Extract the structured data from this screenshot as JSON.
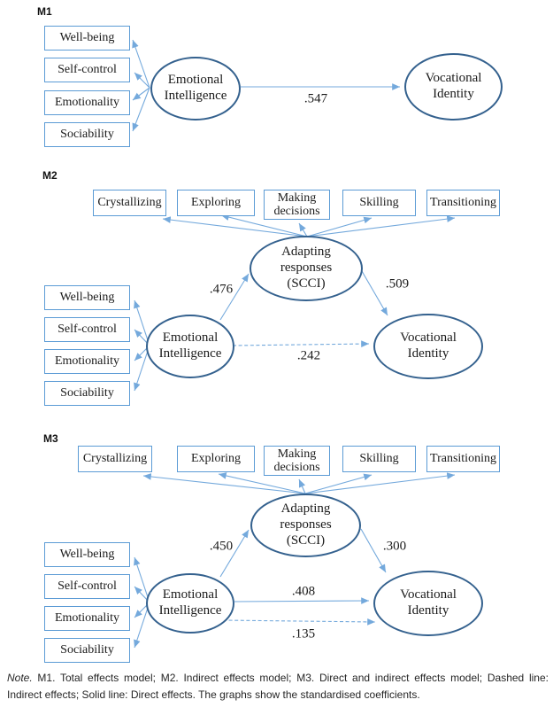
{
  "palette": {
    "ellipse_stroke": "#34618e",
    "box_stroke": "#5b9bd5",
    "arrow": "#74a9dc",
    "text": "#1a1a1a"
  },
  "m1": {
    "label": "M1",
    "indicators": [
      "Well-being",
      "Self-control",
      "Emotionality",
      "Sociability"
    ],
    "ei": [
      "Emotional",
      "Intelligence"
    ],
    "vi": [
      "Vocational",
      "Identity"
    ],
    "coef_total": ".547"
  },
  "m2": {
    "label": "M2",
    "subscales": [
      "Crystallizing",
      "Exploring",
      "Making decisions",
      "Skilling",
      "Transitioning"
    ],
    "indicators": [
      "Well-being",
      "Self-control",
      "Emotionality",
      "Sociability"
    ],
    "ei": [
      "Emotional",
      "Intelligence"
    ],
    "ar": [
      "Adapting",
      "responses",
      "(SCCI)"
    ],
    "vi": [
      "Vocational",
      "Identity"
    ],
    "coef_ei_ar": ".476",
    "coef_ar_vi": ".509",
    "coef_ei_vi_indirect": ".242"
  },
  "m3": {
    "label": "M3",
    "subscales": [
      "Crystallizing",
      "Exploring",
      "Making decisions",
      "Skilling",
      "Transitioning"
    ],
    "indicators": [
      "Well-being",
      "Self-control",
      "Emotionality",
      "Sociability"
    ],
    "ei": [
      "Emotional",
      "Intelligence"
    ],
    "ar": [
      "Adapting",
      "responses",
      "(SCCI)"
    ],
    "vi": [
      "Vocational",
      "Identity"
    ],
    "coef_ei_ar": ".450",
    "coef_ar_vi": ".300",
    "coef_ei_vi_direct": ".408",
    "coef_ei_vi_indirect": ".135"
  },
  "note": {
    "prefix": "Note.",
    "body": " M1. Total effects model; M2. Indirect effects model; M3. Direct and indirect effects model; Dashed line: Indirect effects; Solid line: Direct effects. The graphs show the standardised coefficients."
  }
}
